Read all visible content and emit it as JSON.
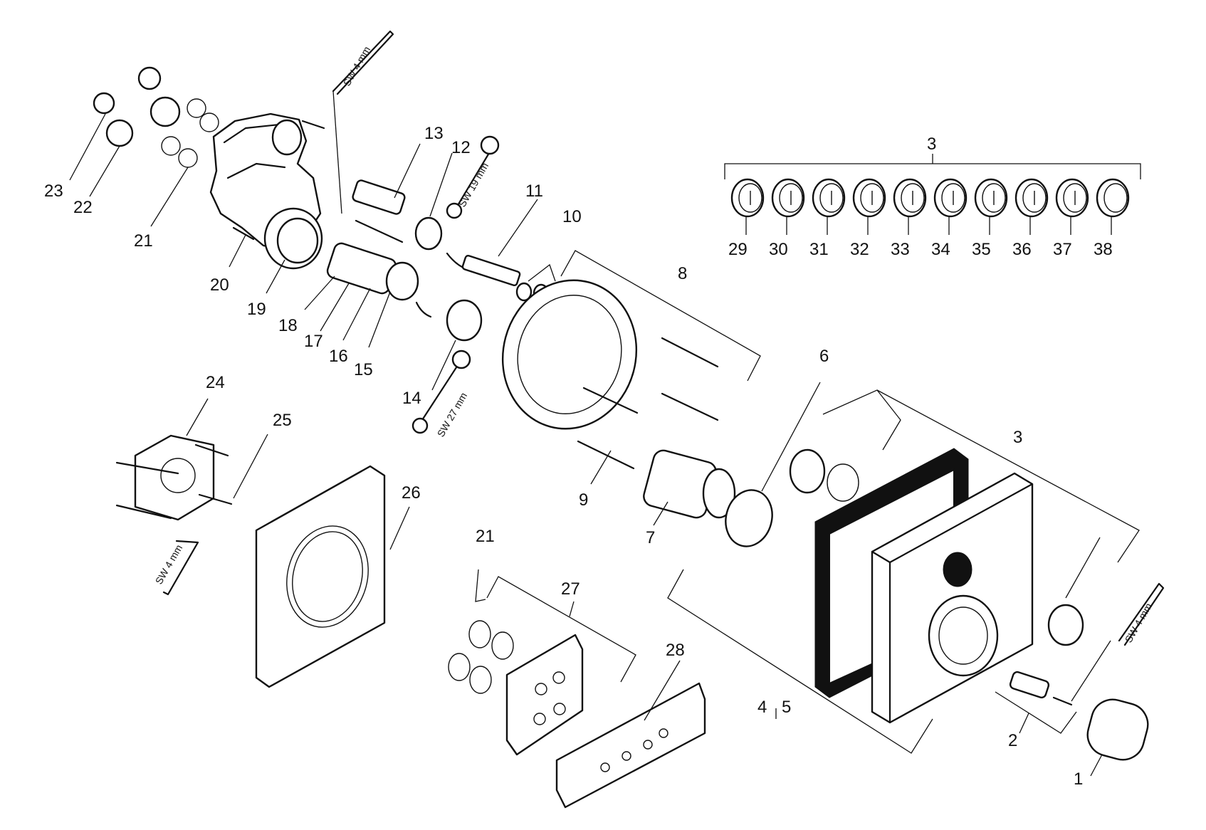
{
  "labels": [
    {
      "id": "p1",
      "text": "1"
    },
    {
      "id": "p2",
      "text": "2"
    },
    {
      "id": "p3a",
      "text": "3"
    },
    {
      "id": "p3b",
      "text": "3"
    },
    {
      "id": "p4",
      "text": "4"
    },
    {
      "id": "p5",
      "text": "5"
    },
    {
      "id": "p6",
      "text": "6"
    },
    {
      "id": "p7",
      "text": "7"
    },
    {
      "id": "p8",
      "text": "8"
    },
    {
      "id": "p9",
      "text": "9"
    },
    {
      "id": "p10",
      "text": "10"
    },
    {
      "id": "p11",
      "text": "11"
    },
    {
      "id": "p12",
      "text": "12"
    },
    {
      "id": "p13",
      "text": "13"
    },
    {
      "id": "p14",
      "text": "14"
    },
    {
      "id": "p15",
      "text": "15"
    },
    {
      "id": "p16",
      "text": "16"
    },
    {
      "id": "p17",
      "text": "17"
    },
    {
      "id": "p18",
      "text": "18"
    },
    {
      "id": "p19",
      "text": "19"
    },
    {
      "id": "p20",
      "text": "20"
    },
    {
      "id": "p21a",
      "text": "21"
    },
    {
      "id": "p21b",
      "text": "21"
    },
    {
      "id": "p22",
      "text": "22"
    },
    {
      "id": "p23",
      "text": "23"
    },
    {
      "id": "p24",
      "text": "24"
    },
    {
      "id": "p25",
      "text": "25"
    },
    {
      "id": "p26",
      "text": "26"
    },
    {
      "id": "p27",
      "text": "27"
    },
    {
      "id": "p28",
      "text": "28"
    },
    {
      "id": "p29",
      "text": "29"
    },
    {
      "id": "p30",
      "text": "30"
    },
    {
      "id": "p31",
      "text": "31"
    },
    {
      "id": "p32",
      "text": "32"
    },
    {
      "id": "p33",
      "text": "33"
    },
    {
      "id": "p34",
      "text": "34"
    },
    {
      "id": "p35",
      "text": "35"
    },
    {
      "id": "p36",
      "text": "36"
    },
    {
      "id": "p37",
      "text": "37"
    },
    {
      "id": "p38",
      "text": "38"
    }
  ],
  "tools": [
    {
      "id": "sw4_top",
      "text": "SW 4 mm"
    },
    {
      "id": "sw19",
      "text": "SW 19 mm"
    },
    {
      "id": "sw27",
      "text": "SW 27 mm"
    },
    {
      "id": "sw4_left",
      "text": "SW 4 mm"
    },
    {
      "id": "sw4_right",
      "text": "SW 4 mm"
    }
  ]
}
